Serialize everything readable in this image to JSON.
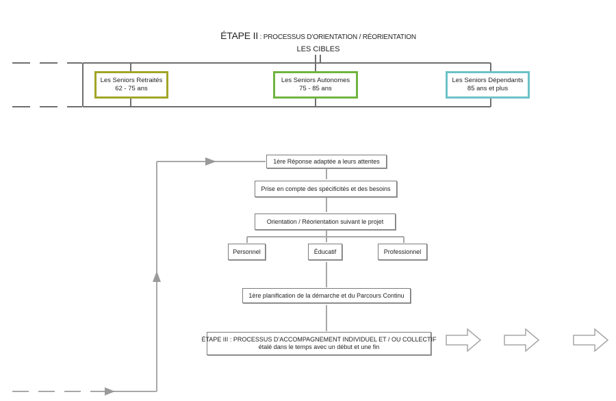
{
  "header": {
    "title_main": "ÉTAPE II",
    "title_rest": " : PROCESSUS D’ORIENTATION / RÉORIENTATION",
    "subtitle": "LES CIBLES"
  },
  "targets": [
    {
      "line1": "Les Seniors Retraités",
      "line2": "62 - 75 ans",
      "color": "#a0a526"
    },
    {
      "line1": "Les Seniors Autonomes",
      "line2": "75 - 85 ans",
      "color": "#6fb43f"
    },
    {
      "line1": "Les Seniors Dépendants",
      "line2": "85 ans et plus",
      "color": "#6cc1c9"
    }
  ],
  "steps": {
    "response": "1ère Réponse adaptée a leurs attentes",
    "needs": "Prise en compte des spécificités et des besoins",
    "orientation": "Orientation / Réorientation suivant le projet",
    "branches": [
      "Personnel",
      "Éducatif",
      "Professionnel"
    ],
    "planning": "1ère planification de la démarche et du Parcours Continu",
    "stage3_line1": "ÉTAPE III : PROCESSUS D’ACCOMPAGNEMENT INDIVIDUEL ET / OU COLLECTIF",
    "stage3_line2": "étalé dans le temps avec un début et une fin"
  },
  "colors": {
    "line": "#777777",
    "arrow": "#9a9a9a",
    "box_border": "#7b7b7b"
  }
}
